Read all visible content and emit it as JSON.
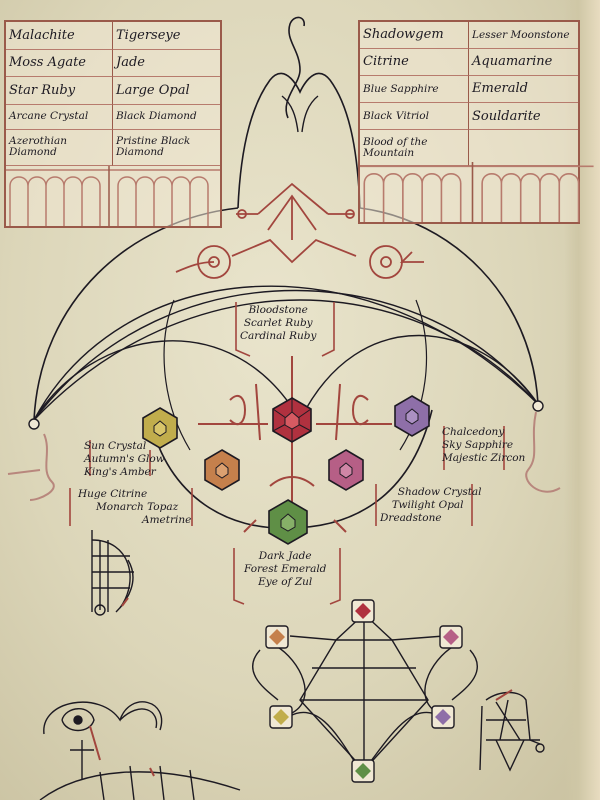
{
  "left_table": {
    "rows": [
      [
        "Malachite",
        "Tigerseye"
      ],
      [
        "Moss Agate",
        "Jade"
      ],
      [
        "Star Ruby",
        "Large Opal"
      ],
      [
        "Arcane Crystal",
        "Black Diamond"
      ],
      [
        "Azerothian Diamond",
        "Pristine Black Diamond"
      ]
    ]
  },
  "right_table": {
    "rows": [
      [
        "Shadowgem",
        "Lesser Moonstone"
      ],
      [
        "Citrine",
        "Aquamarine"
      ],
      [
        "Blue Sapphire",
        "Emerald"
      ],
      [
        "Black Vitriol",
        "Souldarite"
      ],
      [
        "Blood of the Mountain",
        ""
      ]
    ]
  },
  "gem_labels": {
    "top": [
      "Bloodstone",
      "Scarlet Ruby",
      "Cardinal Ruby"
    ],
    "left": [
      "Sun Crystal",
      "Autumn's Glow",
      "King's Amber"
    ],
    "left_lower": [
      "Huge Citrine",
      "Monarch Topaz",
      "Ametrine"
    ],
    "right": [
      "Chalcedony",
      "Sky Sapphire",
      "Majestic Zircon"
    ],
    "right_lower": [
      "Shadow Crystal",
      "Twilight Opal",
      "Dreadstone"
    ],
    "bottom": [
      "Dark Jade",
      "Forest Emerald",
      "Eye of Zul"
    ]
  },
  "colors": {
    "ink": "#1d1a22",
    "red_ink": "#a2463e",
    "gem_red": "#b0313f",
    "gem_yellow": "#c1ad4c",
    "gem_orange": "#c5804c",
    "gem_purple": "#8e6fa8",
    "gem_pink": "#b65f86",
    "gem_green": "#5f8f46",
    "gem_blue": "#5d86b6"
  }
}
